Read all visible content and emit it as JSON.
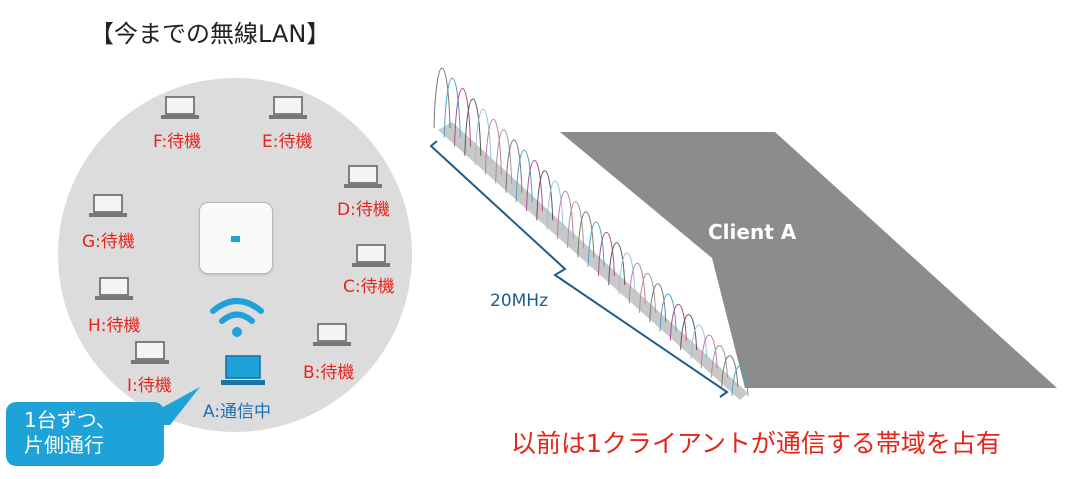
{
  "title": "【今までの無線LAN】",
  "clients": [
    {
      "id": "F",
      "label": "F:待機"
    },
    {
      "id": "E",
      "label": "E:待機"
    },
    {
      "id": "D",
      "label": "D:待機"
    },
    {
      "id": "G",
      "label": "G:待機"
    },
    {
      "id": "C",
      "label": "C:待機"
    },
    {
      "id": "H",
      "label": "H:待機"
    },
    {
      "id": "B",
      "label": "B:待機"
    },
    {
      "id": "I",
      "label": "I:待機"
    }
  ],
  "active_client": {
    "label": "A:通信中",
    "color": "#1ea2d8"
  },
  "bubble": {
    "line1": "1台ずつ、",
    "line2": "片側通行"
  },
  "bandwidth": {
    "label": "20MHz",
    "block_label": "Client A"
  },
  "caption": "以前は1クライアントが通信する帯域を占有",
  "colors": {
    "waiting": "#e8231a",
    "active": "#1ea2d8",
    "block": "#8c8c8c"
  }
}
